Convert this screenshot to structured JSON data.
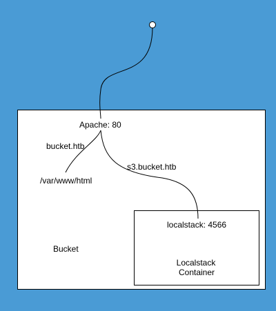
{
  "diagram": {
    "labels": {
      "apache": "Apache: 80",
      "bucket_vhost": "bucket.htb",
      "webroot": "/var/www/html",
      "s3_vhost": "s3.bucket.htb",
      "localstack_port": "localstack: 4566",
      "host_name": "Bucket",
      "container_line1": "Localstack",
      "container_line2": "Container"
    },
    "colors": {
      "background": "#4a9bd5",
      "box_fill": "#ffffff",
      "stroke": "#000000"
    }
  }
}
